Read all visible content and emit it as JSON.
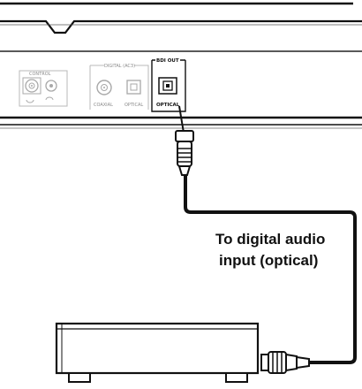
{
  "labels": {
    "control_group": "CONTROL",
    "digital_group": "DIGITAL (AC3)",
    "bdi_out_group": "BDI OUT",
    "coaxial_jack": "COAXIAL",
    "optical_jack_left": "OPTICAL",
    "optical_jack_out": "OPTICAL"
  },
  "caption": {
    "line1": "To digital audio",
    "line2": "input (optical)"
  }
}
